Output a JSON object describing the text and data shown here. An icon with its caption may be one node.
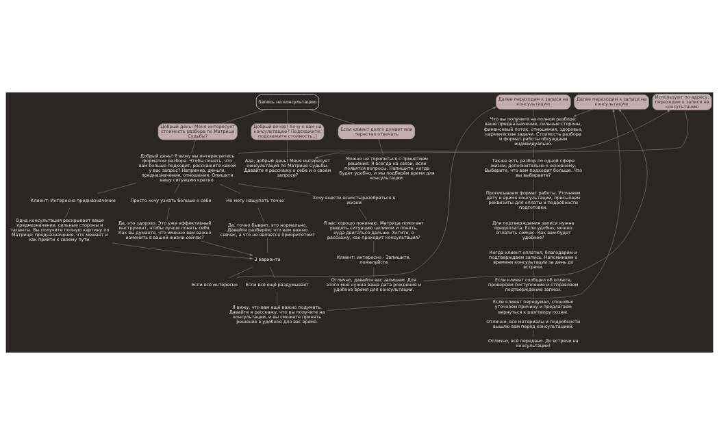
{
  "diagram": {
    "nodes": [
      {
        "text": [
          "Запись на консультацию"
        ]
      },
      {
        "text": [
          "Добрый день! Меня интересует стоимость разбора по Матрице Судьбы?"
        ]
      },
      {
        "text": [
          "Добрый день! Я вижу вы интересуетесь форматом разбора. Чтобы понять, что вам больше подходит, расскажите какой у вас запрос? Например, деньги, предназначение, отношения. Опишите вашу ситуацию кратко."
        ]
      },
      {
        "text": [
          "Клиент: Интересно предназначение"
        ]
      },
      {
        "text": [
          "Одна консультация раскрывает ваше предназначение, сильные стороны и таланты. Вы получите полную картину по Матрице: предназначение, что мешает и как прийти к своему пути."
        ]
      },
      {
        "text": [
          "Просто хочу узнать больше о себе"
        ]
      },
      {
        "text": [
          "Да, это здорово. Это уже эффективный инструмент, чтобы лучше понять себя. Как вы думаете, что именно вам важно изменить в вашей жизни сейчас?"
        ]
      },
      {
        "text": [
          "Не могу нащупать точно"
        ]
      },
      {
        "text": [
          "Да, точно бывает, это нормально. Давайте разберём, что вам важно сейчас, а что не является приоритетом?"
        ]
      },
      {
        "text": [
          "3 варианта"
        ]
      },
      {
        "text": [
          "Если всё интересно"
        ]
      },
      {
        "text": [
          "Если всё ещё раздумывает"
        ]
      },
      {
        "text": [
          "Я вижу, что вам ещё важно подумать. Давайте я расскажу, что вы получите на консультации, и вы сможете принять решение в удобное для вас время."
        ]
      },
      {
        "text": [
          "Хочу внести ясность/разобраться в жизни"
        ]
      },
      {
        "text": [
          "Я вас хорошо понимаю. Матрица помогает увидеть ситуацию целиком и понять, куда двигаться дальше. Хотите, я расскажу, как проходит консультация?"
        ]
      },
      {
        "text": [
          "Клиент: интересно - Запишите, пожалуйста"
        ]
      },
      {
        "text": [
          "Отлично, давайте вас запишем. Для этого мне нужна ваша дата рождения и удобное время для консультации."
        ]
      },
      {
        "text": [
          "Далее переходим к записи на консультацию"
        ]
      },
      {
        "text": [
          "Далее переходим к записи на консультацию"
        ]
      },
      {
        "text": [
          "Что вы получите на полном разборе: ваше предназначение, сильные стороны, финансовый поток, отношения, здоровье, кармические задачи. Стоимость разбора и формат работы обсуждаем индивидуально."
        ]
      },
      {
        "text": [
          "Также есть разбор по одной сфере жизни, дополнительно к основному. Выберите, что вам подходит больше. Что вы выбираете?"
        ]
      },
      {
        "text": [
          "Прописываем формат работы. Уточняем дату и время консультации, присылаем реквизиты для оплаты и подробности подготовки."
        ]
      },
      {
        "text": [
          "Для подтверждения записи нужна предоплата. Если удобно, можно оплатить сейчас. Как вам будет удобнее?"
        ]
      },
      {
        "text": [
          "Когда клиент оплатил, благодарим и подтверждаем запись. Напоминаем о времени консультации за день до встречи."
        ]
      },
      {
        "text": [
          "Если клиент сообщил об оплате, проверяем поступление и отправляем подтверждение записи."
        ]
      },
      {
        "text": [
          "Если клиент передумал, спокойно уточняем причину и предлагаем вернуться к разговору позже.",
          "Отлично, все материалы и подробности вышлю вам перед консультацией."
        ]
      },
      {
        "text": [
          "Отлично, всё передано. До встречи на консультации!"
        ]
      },
      {
        "text": [
          "Используют по адресу, переходим к записи на консультацию"
        ]
      },
      {
        "text": [
          "Добрый вечер! Хочу к вам на консультацию? Подскажите, подскажите стоимость..)"
        ]
      },
      {
        "text": [
          "Ааа, добрый день! Меня интересует консультация по Матрице Судьбы. Давайте я расскажу о себе и о своём запросе?"
        ]
      },
      {
        "text": [
          "Если клиент долго думает или перестал отвечать"
        ]
      },
      {
        "text": [
          "Можно не торопиться с принятием решения. Я всегда на связи, если появятся вопросы. Напишите, когда будет удобно, и мы подберём время для консультации."
        ]
      }
    ],
    "edges": [
      {
        "from": 0,
        "to": 1,
        "arrow": "none"
      },
      {
        "from": 1,
        "to": 2,
        "arrow": "none"
      },
      {
        "from": 2,
        "to": 3,
        "arrow": "none"
      },
      {
        "from": 2,
        "to": 5,
        "arrow": "none"
      },
      {
        "from": 2,
        "to": 7,
        "arrow": "none"
      },
      {
        "from": 2,
        "to": 13,
        "arrow": "none"
      },
      {
        "from": 3,
        "to": 4,
        "arrow": "none"
      },
      {
        "from": 5,
        "to": 6,
        "arrow": "none"
      },
      {
        "from": 7,
        "to": 8,
        "arrow": "none"
      },
      {
        "from": 8,
        "to": 9,
        "arrow": "none"
      },
      {
        "from": 9,
        "to": 10,
        "arrow": "none"
      },
      {
        "from": 9,
        "to": 11,
        "arrow": "none"
      },
      {
        "from": 11,
        "to": 12,
        "arrow": "none"
      },
      {
        "from": 13,
        "to": 14,
        "arrow": "none"
      },
      {
        "from": 14,
        "to": 15,
        "arrow": "none"
      },
      {
        "from": 15,
        "to": 16,
        "arrow": "none"
      },
      {
        "from": 0,
        "to": 28,
        "arrow": "none"
      },
      {
        "from": 28,
        "to": 29,
        "arrow": "none"
      },
      {
        "from": 0,
        "to": 30,
        "arrow": "none"
      },
      {
        "from": 30,
        "to": 31,
        "arrow": "none"
      },
      {
        "from": 18,
        "to": 19,
        "arrow": "none"
      },
      {
        "from": 19,
        "to": 20,
        "arrow": "none"
      },
      {
        "from": 20,
        "to": 21,
        "arrow": "none"
      },
      {
        "from": 21,
        "to": 22,
        "arrow": "none"
      },
      {
        "from": 22,
        "to": 23,
        "arrow": "none"
      },
      {
        "from": 23,
        "to": 24,
        "arrow": "none"
      },
      {
        "from": 24,
        "to": 25,
        "arrow": "none"
      },
      {
        "from": 25,
        "to": 26,
        "arrow": "none"
      },
      {
        "from": 4,
        "to": 9,
        "arrow": "to"
      },
      {
        "from": 6,
        "to": 9,
        "arrow": "to"
      },
      {
        "from": 10,
        "to": 18,
        "arrow": "to"
      },
      {
        "from": 12,
        "to": 17,
        "arrow": "to"
      },
      {
        "from": 16,
        "to": 17,
        "arrow": "to"
      },
      {
        "from": 17,
        "to": 19,
        "arrow": "to"
      },
      {
        "from": 2,
        "to": 27,
        "arrow": "to"
      },
      {
        "from": 27,
        "to": 29,
        "arrow": "to"
      }
    ]
  }
}
